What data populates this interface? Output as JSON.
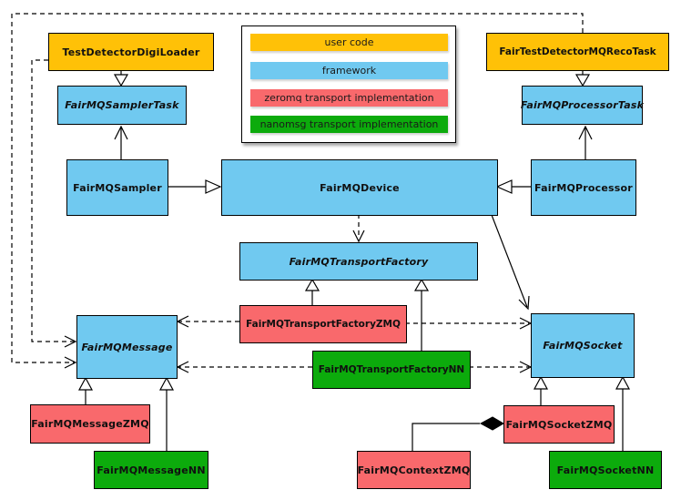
{
  "legend": {
    "items": [
      {
        "label": "user code",
        "color": "#FFC107",
        "category": "user-code"
      },
      {
        "label": "framework",
        "color": "#70C9F0",
        "category": "framework"
      },
      {
        "label": "zeromq transport implementation",
        "color": "#F9696C",
        "category": "zeromq"
      },
      {
        "label": "nanomsg transport implementation",
        "color": "#0CAB0C",
        "category": "nanomsg"
      }
    ]
  },
  "nodes": {
    "test_detector_digi_loader": {
      "label": "TestDetectorDigiLoader",
      "category": "user-code",
      "abstract": false
    },
    "fair_test_detector_mq_reco_task": {
      "label": "FairTestDetectorMQRecoTask",
      "category": "user-code",
      "abstract": false
    },
    "fairmq_sampler_task": {
      "label": "FairMQSamplerTask",
      "category": "framework",
      "abstract": true
    },
    "fairmq_processor_task": {
      "label": "FairMQProcessorTask",
      "category": "framework",
      "abstract": true
    },
    "fairmq_sampler": {
      "label": "FairMQSampler",
      "category": "framework",
      "abstract": false
    },
    "fairmq_device": {
      "label": "FairMQDevice",
      "category": "framework",
      "abstract": false
    },
    "fairmq_processor": {
      "label": "FairMQProcessor",
      "category": "framework",
      "abstract": false
    },
    "fairmq_transport_factory": {
      "label": "FairMQTransportFactory",
      "category": "framework",
      "abstract": true
    },
    "fairmq_transport_factory_zmq": {
      "label": "FairMQTransportFactoryZMQ",
      "category": "zeromq",
      "abstract": false
    },
    "fairmq_transport_factory_nn": {
      "label": "FairMQTransportFactoryNN",
      "category": "nanomsg",
      "abstract": false
    },
    "fairmq_message": {
      "label": "FairMQMessage",
      "category": "framework",
      "abstract": true
    },
    "fairmq_socket": {
      "label": "FairMQSocket",
      "category": "framework",
      "abstract": true
    },
    "fairmq_message_zmq": {
      "label": "FairMQMessageZMQ",
      "category": "zeromq",
      "abstract": false
    },
    "fairmq_message_nn": {
      "label": "FairMQMessageNN",
      "category": "nanomsg",
      "abstract": false
    },
    "fairmq_socket_zmq": {
      "label": "FairMQSocketZMQ",
      "category": "zeromq",
      "abstract": false
    },
    "fairmq_socket_nn": {
      "label": "FairMQSocketNN",
      "category": "nanomsg",
      "abstract": false
    },
    "fairmq_context_zmq": {
      "label": "FairMQContextZMQ",
      "category": "zeromq",
      "abstract": false
    }
  },
  "relationships": [
    {
      "from": "TestDetectorDigiLoader",
      "to": "FairMQSamplerTask",
      "type": "inheritance"
    },
    {
      "from": "FairTestDetectorMQRecoTask",
      "to": "FairMQProcessorTask",
      "type": "inheritance"
    },
    {
      "from": "FairMQSampler",
      "to": "FairMQSamplerTask",
      "type": "association"
    },
    {
      "from": "FairMQProcessor",
      "to": "FairMQProcessorTask",
      "type": "association"
    },
    {
      "from": "FairMQSampler",
      "to": "FairMQDevice",
      "type": "inheritance"
    },
    {
      "from": "FairMQProcessor",
      "to": "FairMQDevice",
      "type": "inheritance"
    },
    {
      "from": "FairMQDevice",
      "to": "FairMQTransportFactory",
      "type": "dependency"
    },
    {
      "from": "FairMQDevice",
      "to": "FairMQSocket",
      "type": "association"
    },
    {
      "from": "FairMQTransportFactoryZMQ",
      "to": "FairMQTransportFactory",
      "type": "inheritance"
    },
    {
      "from": "FairMQTransportFactoryNN",
      "to": "FairMQTransportFactory",
      "type": "inheritance"
    },
    {
      "from": "FairMQTransportFactoryZMQ",
      "to": "FairMQMessage",
      "type": "dependency"
    },
    {
      "from": "FairMQTransportFactoryZMQ",
      "to": "FairMQSocket",
      "type": "dependency"
    },
    {
      "from": "FairMQTransportFactoryNN",
      "to": "FairMQMessage",
      "type": "dependency"
    },
    {
      "from": "FairMQTransportFactoryNN",
      "to": "FairMQSocket",
      "type": "dependency"
    },
    {
      "from": "TestDetectorDigiLoader",
      "to": "FairMQMessage",
      "type": "dependency"
    },
    {
      "from": "FairTestDetectorMQRecoTask",
      "to": "FairMQMessage",
      "type": "dependency"
    },
    {
      "from": "FairMQMessageZMQ",
      "to": "FairMQMessage",
      "type": "inheritance"
    },
    {
      "from": "FairMQMessageNN",
      "to": "FairMQMessage",
      "type": "inheritance"
    },
    {
      "from": "FairMQSocketZMQ",
      "to": "FairMQSocket",
      "type": "inheritance"
    },
    {
      "from": "FairMQSocketNN",
      "to": "FairMQSocket",
      "type": "inheritance"
    },
    {
      "from": "FairMQContextZMQ",
      "to": "FairMQSocketZMQ",
      "type": "composition"
    }
  ]
}
